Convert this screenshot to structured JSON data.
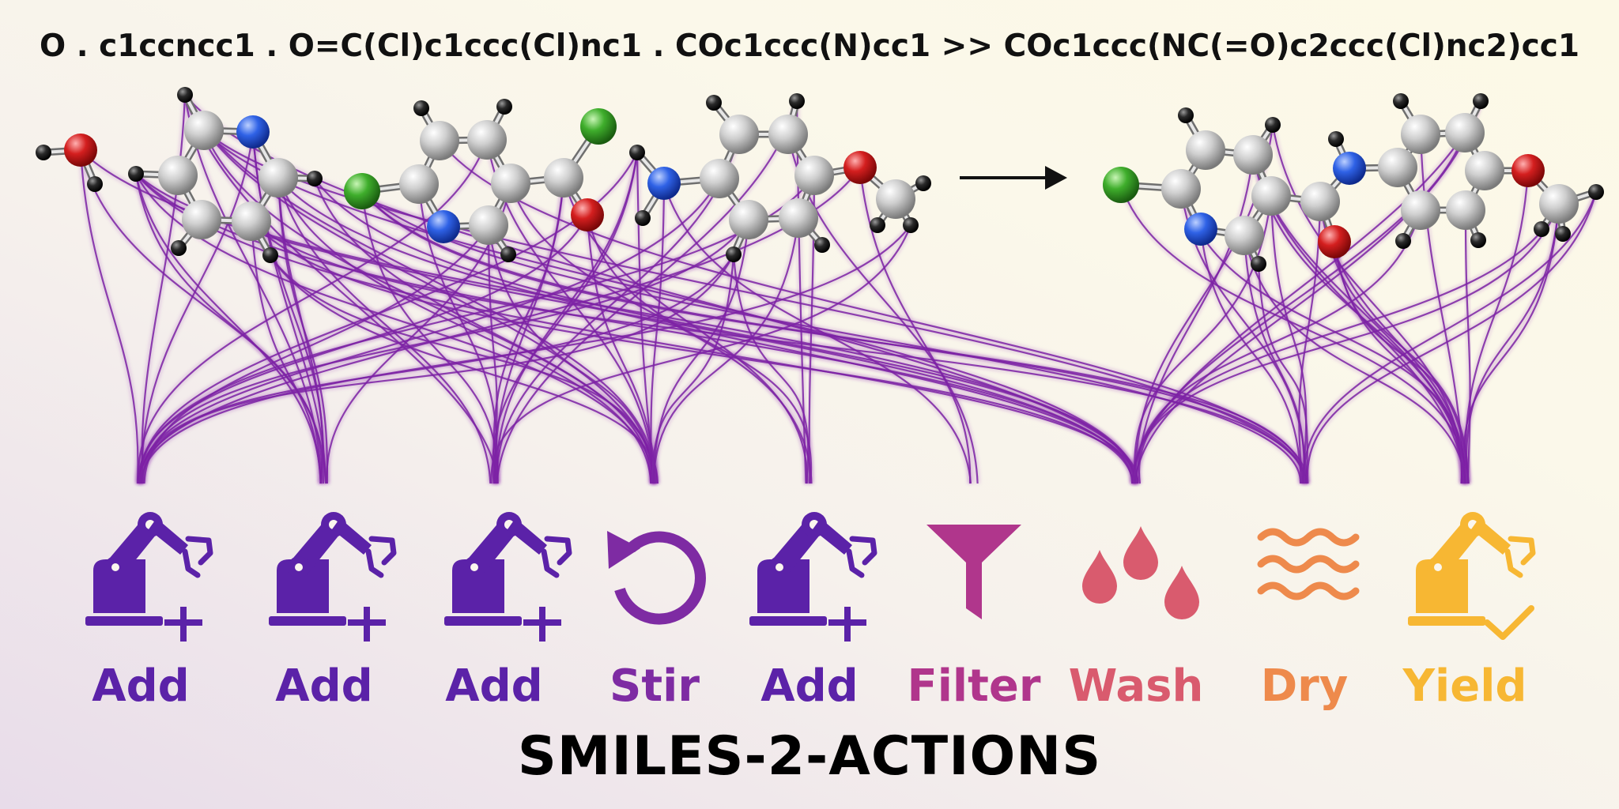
{
  "reaction_smiles": "O . c1ccncc1 . O=C(Cl)c1ccc(Cl)nc1 . COc1ccc(N)cc1 >> COc1ccc(NC(=O)c2ccc(Cl)nc2)cc1",
  "title": "SMILES-2-ACTIONS",
  "colors": {
    "add": "#5b22a8",
    "stir": "#7e2ba3",
    "filter": "#b0368c",
    "wash": "#d95b6e",
    "dry": "#ee8a4c",
    "yield": "#f7b733",
    "edge": "#7d22a5",
    "carbon": "#bcbcbc",
    "nitrogen": "#2a5de0",
    "oxygen": "#d01c1c",
    "chlorine": "#3aa32a",
    "hydrogen": "#1a1a1a"
  },
  "actions": [
    {
      "label": "Add",
      "icon": "robot-arm-add-icon",
      "kind": "add"
    },
    {
      "label": "Add",
      "icon": "robot-arm-add-icon",
      "kind": "add"
    },
    {
      "label": "Add",
      "icon": "robot-arm-add-icon",
      "kind": "add"
    },
    {
      "label": "Stir",
      "icon": "stir-icon",
      "kind": "stir"
    },
    {
      "label": "Add",
      "icon": "robot-arm-add-icon",
      "kind": "add"
    },
    {
      "label": "Filter",
      "icon": "funnel-icon",
      "kind": "filter"
    },
    {
      "label": "Wash",
      "icon": "water-drops-icon",
      "kind": "wash"
    },
    {
      "label": "Dry",
      "icon": "waves-icon",
      "kind": "dry"
    },
    {
      "label": "Yield",
      "icon": "robot-arm-check-icon",
      "kind": "yield"
    }
  ]
}
